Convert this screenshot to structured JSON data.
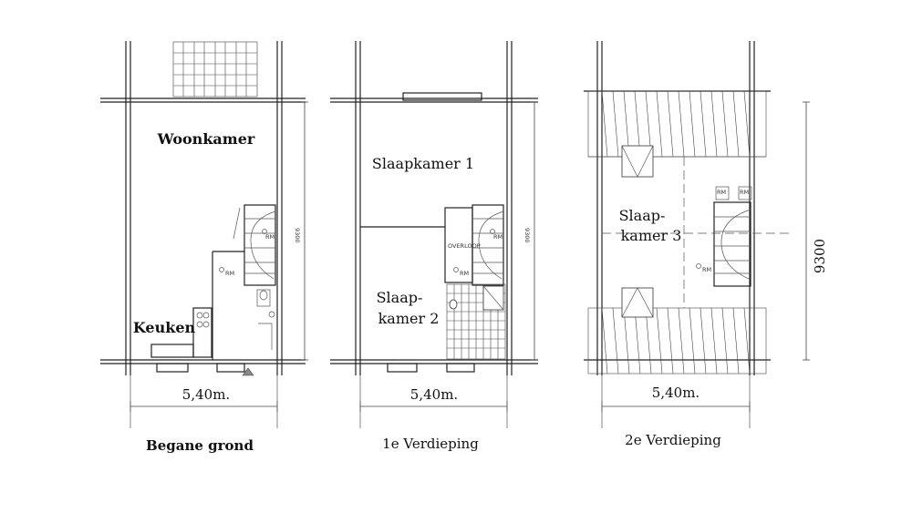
{
  "floors": [
    {
      "caption": "Begane grond",
      "width_label": "5,40m.",
      "depth_label": "9300",
      "rooms": [
        {
          "name": "Woonkamer"
        },
        {
          "name": "Keuken"
        }
      ],
      "fixtures": [
        "RM",
        "RM"
      ]
    },
    {
      "caption": "1e Verdieping",
      "width_label": "5,40m.",
      "depth_label": "9300",
      "rooms": [
        {
          "name": "Slaapkamer 1"
        },
        {
          "name": "Slaap-"
        },
        {
          "name": "kamer 2"
        }
      ],
      "fixtures": [
        "OVERLOOP",
        "RM",
        "RM"
      ]
    },
    {
      "caption": "2e Verdieping",
      "width_label": "5,40m.",
      "depth_label": "9300",
      "rooms": [
        {
          "name": "Slaap-"
        },
        {
          "name": "kamer 3"
        }
      ],
      "fixtures": [
        "RM",
        "RM",
        "RM"
      ]
    }
  ]
}
